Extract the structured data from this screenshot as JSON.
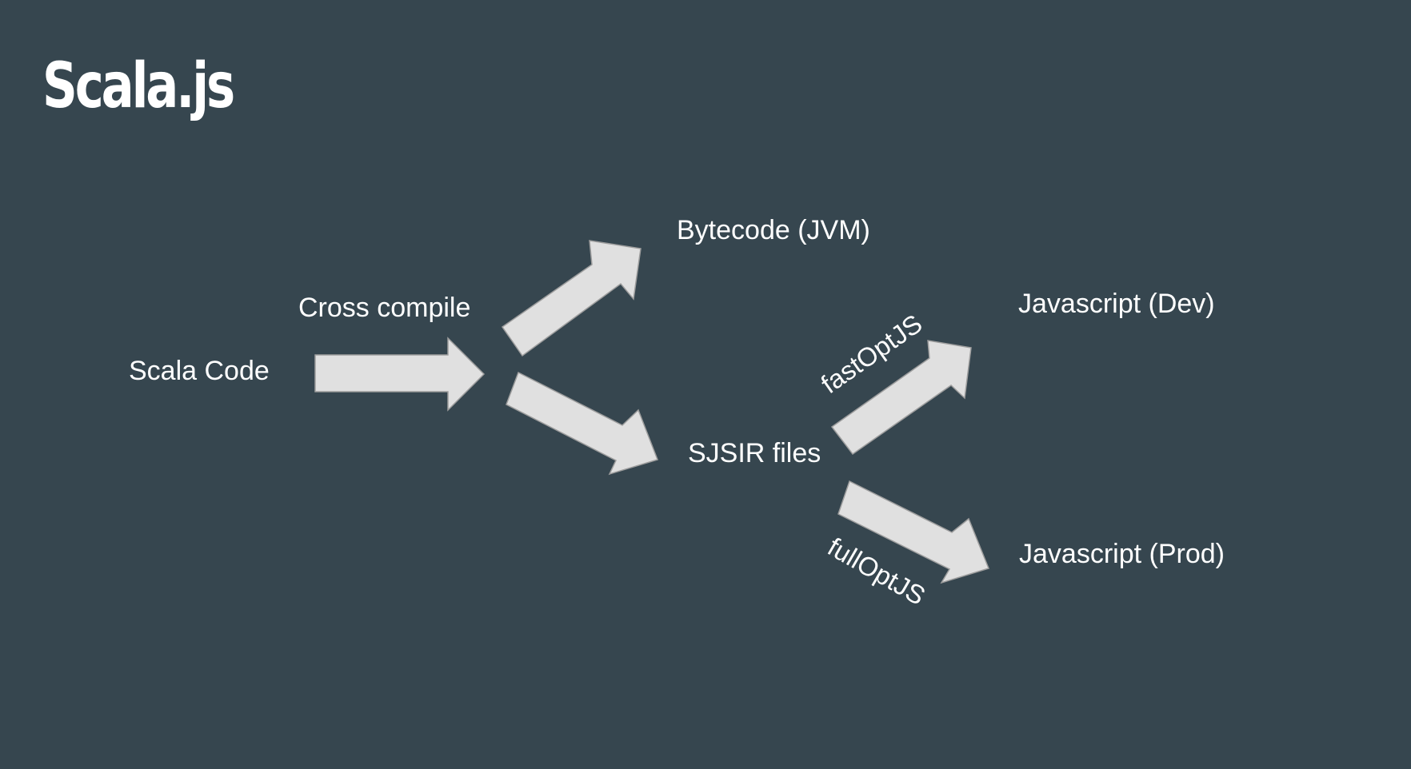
{
  "slide": {
    "title": "Scala.js"
  },
  "diagram": {
    "nodes": {
      "scala_code": "Scala Code",
      "bytecode": "Bytecode (JVM)",
      "sjsir": "SJSIR files",
      "js_dev": "Javascript (Dev)",
      "js_prod": "Javascript (Prod)"
    },
    "edge_labels": {
      "cross_compile": "Cross compile",
      "fast_opt": "fastOptJS",
      "full_opt": "fullOptJS"
    },
    "edges": [
      {
        "from": "scala_code",
        "to": "bytecode",
        "label": "cross_compile"
      },
      {
        "from": "scala_code",
        "to": "sjsir",
        "label": "cross_compile"
      },
      {
        "from": "sjsir",
        "to": "js_dev",
        "label": "fast_opt"
      },
      {
        "from": "sjsir",
        "to": "js_prod",
        "label": "full_opt"
      }
    ],
    "colors": {
      "background": "#36464f",
      "arrow_fill": "#e0e0e0",
      "arrow_stroke": "#9e9e9e",
      "text": "#ffffff"
    }
  }
}
